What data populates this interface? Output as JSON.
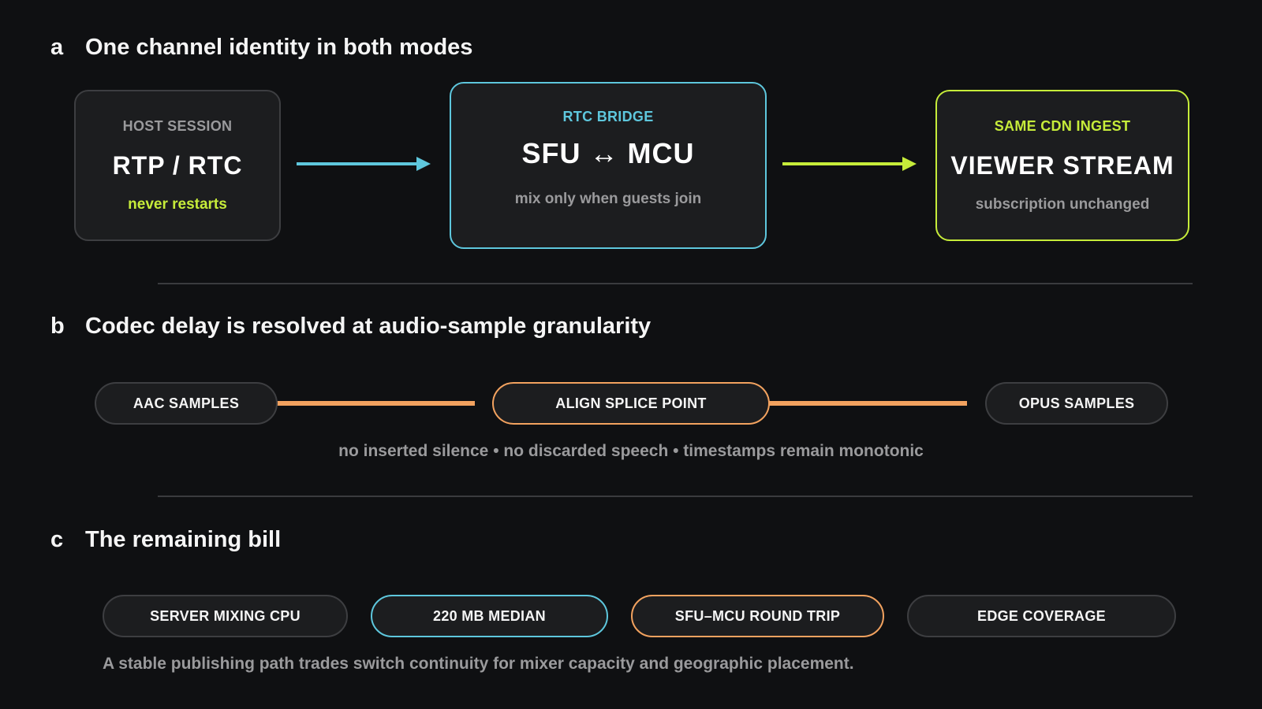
{
  "colors": {
    "background": "#0f1012",
    "panel": "#1c1d1f",
    "cyan": "#5ec7dd",
    "lime": "#c6ec3a",
    "orange": "#f2a25f",
    "muted": "#9a9a9c",
    "border_neutral": "#3d3e41"
  },
  "section_a": {
    "letter": "a",
    "title": "One channel identity in both modes",
    "host": {
      "kicker": "HOST SESSION",
      "main": "RTP / RTC",
      "sub": "never restarts"
    },
    "bridge": {
      "kicker": "RTC BRIDGE",
      "main": "SFU ↔ MCU",
      "sub": "mix only when guests join"
    },
    "viewer": {
      "kicker": "SAME CDN INGEST",
      "main": "VIEWER STREAM",
      "sub": "subscription unchanged"
    }
  },
  "section_b": {
    "letter": "b",
    "title": "Codec delay is resolved at audio-sample granularity",
    "left_pill": "AAC SAMPLES",
    "center_pill": "ALIGN SPLICE POINT",
    "right_pill": "OPUS SAMPLES",
    "caption": "no inserted silence • no discarded speech • timestamps remain monotonic"
  },
  "section_c": {
    "letter": "c",
    "title": "The remaining bill",
    "pills": [
      "SERVER MIXING CPU",
      "220 MB MEDIAN",
      "SFU–MCU ROUND TRIP",
      "EDGE COVERAGE"
    ],
    "caption": "A stable publishing path trades switch continuity for mixer capacity and geographic placement."
  }
}
